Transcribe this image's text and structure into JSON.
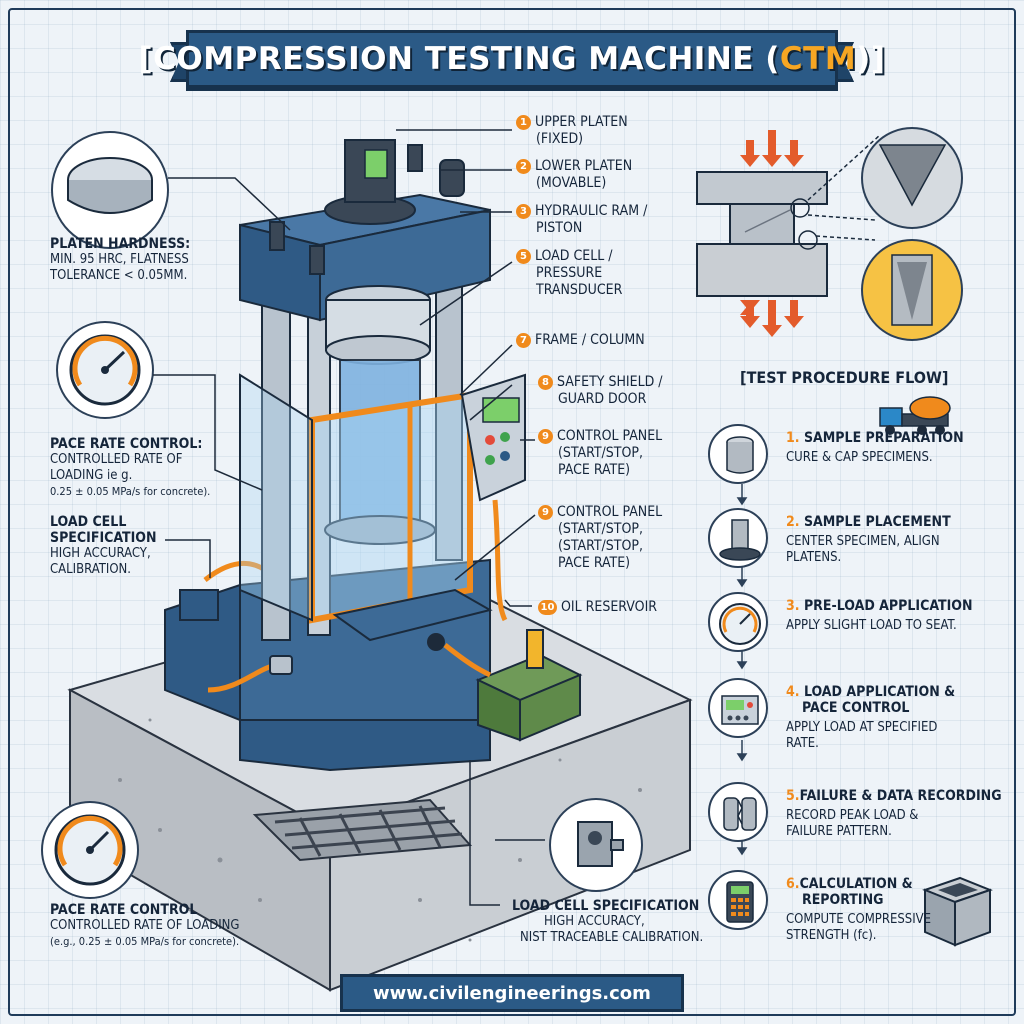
{
  "header": {
    "title_prefix": "[COMPRESSION TESTING MACHINE (",
    "title_highlight": "CTM",
    "title_suffix": ")]"
  },
  "parts": [
    {
      "num": "1",
      "line1": "UPPER PLATEN",
      "line2": "(FIXED)"
    },
    {
      "num": "2",
      "line1": "LOWER PLATEN",
      "line2": "(MOVABLE)"
    },
    {
      "num": "3",
      "line1": "HYDRAULIC RAM /",
      "line2": "PISTON"
    },
    {
      "num": "5",
      "line1": "LOAD CELL /",
      "line2": "PRESSURE",
      "line3": "TRANSDUCER"
    },
    {
      "num": "7",
      "line1": "FRAME / COLUMN"
    },
    {
      "num": "8",
      "line1": "SAFETY SHIELD /",
      "line2": "GUARD DOOR"
    },
    {
      "num": "9",
      "line1": "CONTROL PANEL",
      "line2": "(START/STOP,",
      "line3": "PACE RATE)"
    },
    {
      "num": "9",
      "line1": "CONTROL PANEL",
      "line2": "(START/STOP,",
      "line3": "(START/STOP,",
      "line4": "PACE RATE)"
    },
    {
      "num": "10",
      "line1": "OIL RESERVOIR"
    }
  ],
  "notes": {
    "platen": {
      "head": "PLATEN HARDNESS:",
      "line1": "MIN. 95 HRC, FLATNESS",
      "line2": "TOLERANCE < 0.05MM."
    },
    "pace1": {
      "head": "PACE RATE CONTROL:",
      "line1": "CONTROLLED RATE OF",
      "line2": "LOADING ie g.",
      "line3": "0.25 ± 0.05 MPa/s for concrete)."
    },
    "loadcell1": {
      "head1": "LOAD CELL",
      "head2": "SPECIFICATION",
      "line1": "HIGH ACCURACY,",
      "line2": "CALIBRATION."
    },
    "pace2": {
      "head": "PACE RATE CONTROL",
      "line1": "CONTROLLED RATE OF LOADING",
      "line2": "(e.g., 0.25 ± 0.05 MPa/s for concrete)."
    },
    "loadcell2": {
      "head": "LOAD CELL SPECIFICATION",
      "line1": "HIGH ACCURACY,",
      "line2": "NIST TRACEABLE CALIBRATION."
    }
  },
  "procedure": {
    "title": "[TEST PROCEDURE FLOW]",
    "steps": [
      {
        "num": "1.",
        "title": "SAMPLE PREPARATION",
        "line1": "CURE & CAP SPECIMENS.",
        "icon": "cylinder-specimen-icon"
      },
      {
        "num": "2.",
        "title": "SAMPLE PLACEMENT",
        "line1": "CENTER SPECIMEN, ALIGN",
        "line2": "PLATENS.",
        "icon": "platen-placement-icon"
      },
      {
        "num": "3.",
        "title": "PRE-LOAD APPLICATION",
        "line1": "APPLY SLIGHT LOAD TO SEAT.",
        "icon": "gauge-icon"
      },
      {
        "num": "4.",
        "title": "LOAD APPLICATION &",
        "title2": "PACE CONTROL",
        "line1": "APPLY LOAD AT SPECIFIED",
        "line2": "RATE.",
        "icon": "control-panel-icon"
      },
      {
        "num": "5.",
        "title": "FAILURE & DATA RECORDING",
        "line1": "RECORD PEAK LOAD &",
        "line2": "FAILURE PATTERN.",
        "icon": "cracked-specimen-icon"
      },
      {
        "num": "6.",
        "title": "CALCULATION &",
        "title2": "REPORTING",
        "line1": "COMPUTE COMPRESSIVE",
        "line2": "STRENGTH (fc).",
        "icon": "calculator-icon"
      }
    ]
  },
  "footer": {
    "url": "www.civilengineerings.com"
  },
  "colors": {
    "machine_blue": "#3d6a96",
    "accent_orange": "#f08a1c",
    "banner": "#2b5a86"
  }
}
